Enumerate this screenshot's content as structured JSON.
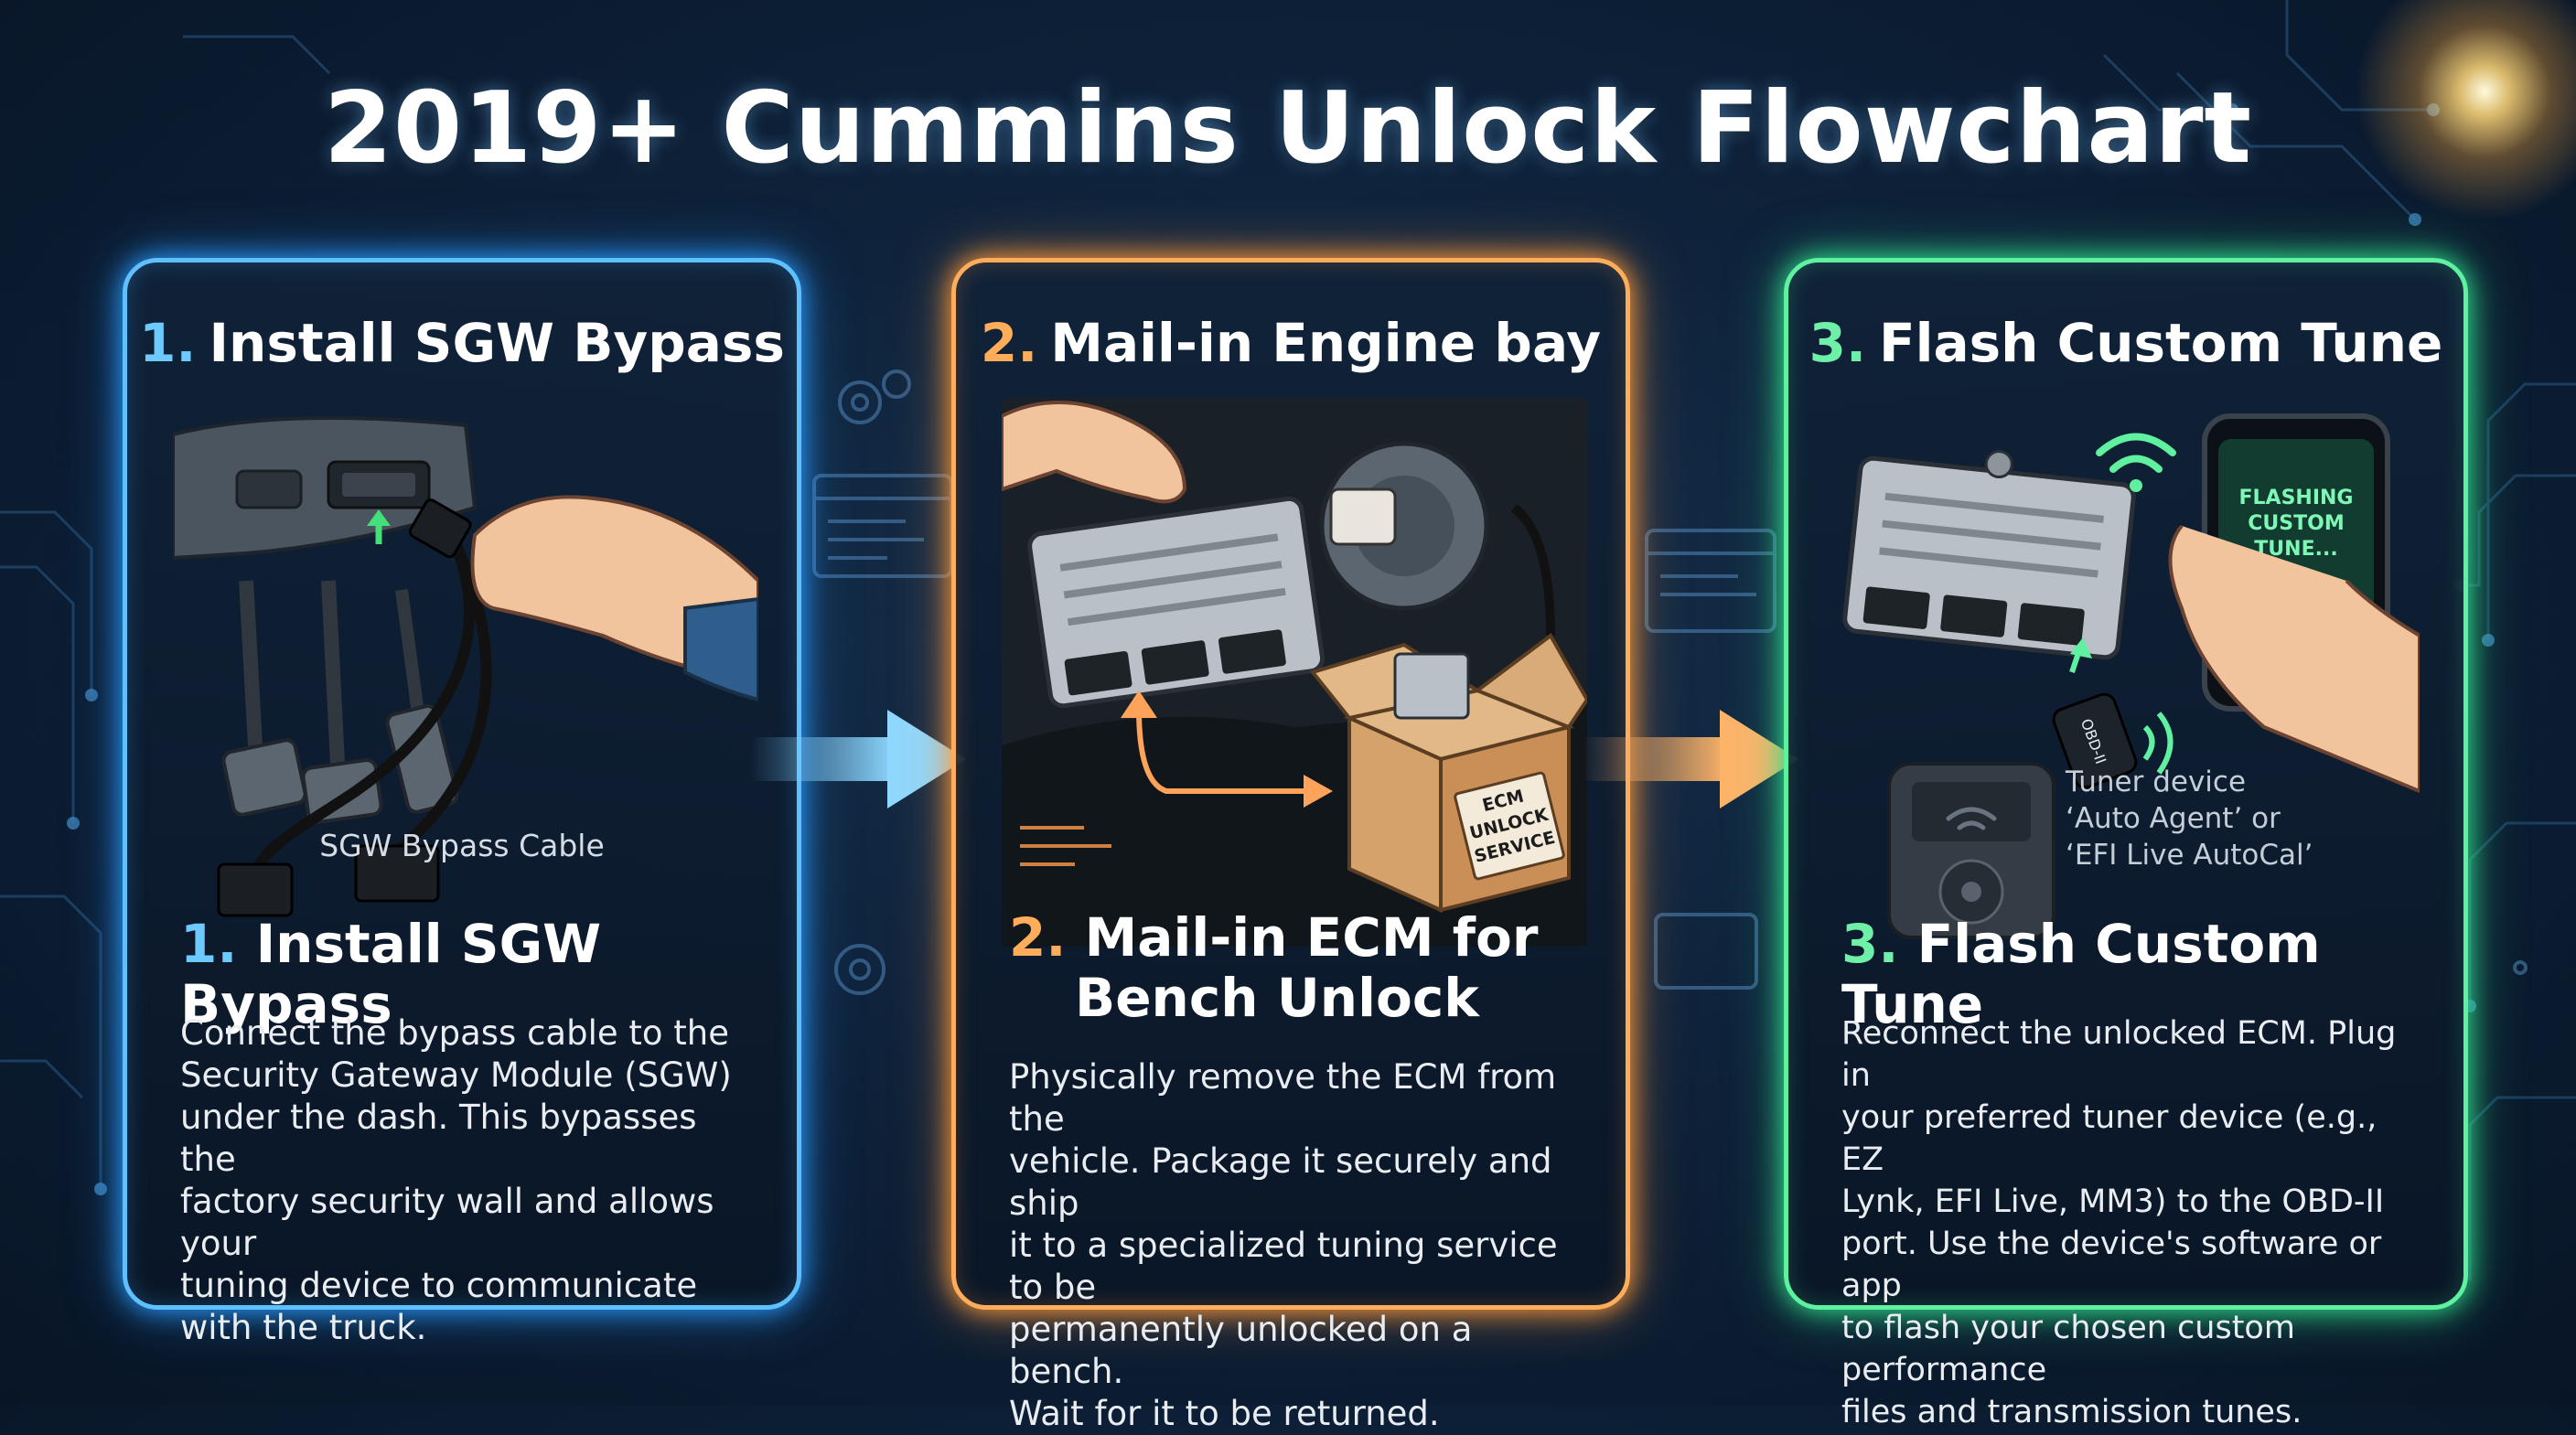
{
  "title": "2019+ Cummins Unlock Flowchart",
  "colors": {
    "step1": "#5ec0ff",
    "step2": "#ffad5a",
    "step3": "#5ff0a0",
    "background": "#0e223a"
  },
  "steps": [
    {
      "number": "1.",
      "heading": "Install SGW Bypass",
      "illustration_caption": "SGW Bypass Cable",
      "subheading": "Install SGW Bypass",
      "description_lines": [
        "Connect the bypass cable to the",
        "Security Gateway Module (SGW)",
        "under the dash. This bypasses the",
        "factory security wall and allows your",
        "tuning device to communicate",
        "with the truck."
      ]
    },
    {
      "number": "2.",
      "heading": "Mail-in Engine bay",
      "box_label_lines": [
        "ECM",
        "UNLOCK",
        "SERVICE"
      ],
      "subheading_lines": [
        "Mail-in ECM for",
        "Bench Unlock"
      ],
      "description_lines": [
        "Physically remove the ECM from the",
        "vehicle. Package it securely and ship",
        "it to a specialized tuning service to be",
        "permanently unlocked on a bench.",
        "Wait for it to be returned."
      ]
    },
    {
      "number": "3.",
      "heading": "Flash Custom Tune",
      "phone_screen_lines": [
        "FLASHING",
        "CUSTOM",
        "TUNE..."
      ],
      "obd_label": "OBD-II",
      "tuner_caption_lines": [
        "Tuner device",
        "‘Auto Agent’ or",
        "‘EFI Live AutoCal’"
      ],
      "subheading": "Flash Custom Tune",
      "description_lines": [
        "Reconnect the unlocked ECM. Plug in",
        "your preferred tuner device (e.g., EZ",
        "Lynk, EFI Live, MM3) to the OBD-II",
        "port. Use the device's software or app",
        "to flash your chosen custom performance",
        "files and transmission tunes."
      ]
    }
  ]
}
